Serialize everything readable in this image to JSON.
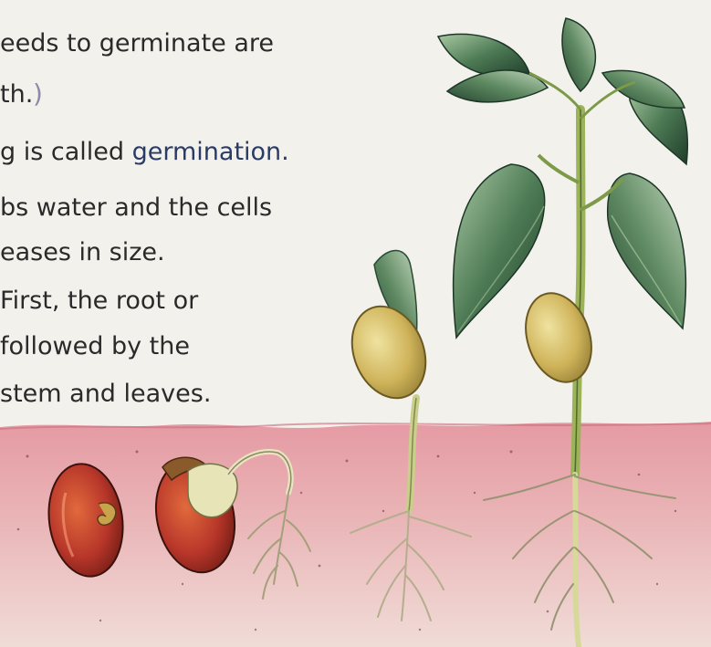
{
  "text_lines": [
    {
      "text": "eeds to germinate are"
    },
    {
      "text": "th."
    },
    {
      "prefix": "g is called ",
      "highlight": "germination."
    },
    {
      "text": "bs water and  the cells"
    },
    {
      "text": "eases in size."
    },
    {
      "text": "First,  the root or"
    },
    {
      "text": "followed by  the"
    },
    {
      "text": "stem and leaves."
    }
  ],
  "paren": ")",
  "colors": {
    "soil_top": "#e8a5ac",
    "soil_bottom": "#efd3cf",
    "leaf_dark": "#2f5a3c",
    "leaf_light": "#6d9a6f",
    "stem": "#b8c56a",
    "seed": "#b8432a",
    "cotyledon": "#d7c065",
    "root": "#f3f0df",
    "highlight_text": "#2a3b67"
  },
  "icons": [
    "seed-icon",
    "seedling-icon",
    "plant-icon",
    "root-icon",
    "leaf-icon"
  ]
}
